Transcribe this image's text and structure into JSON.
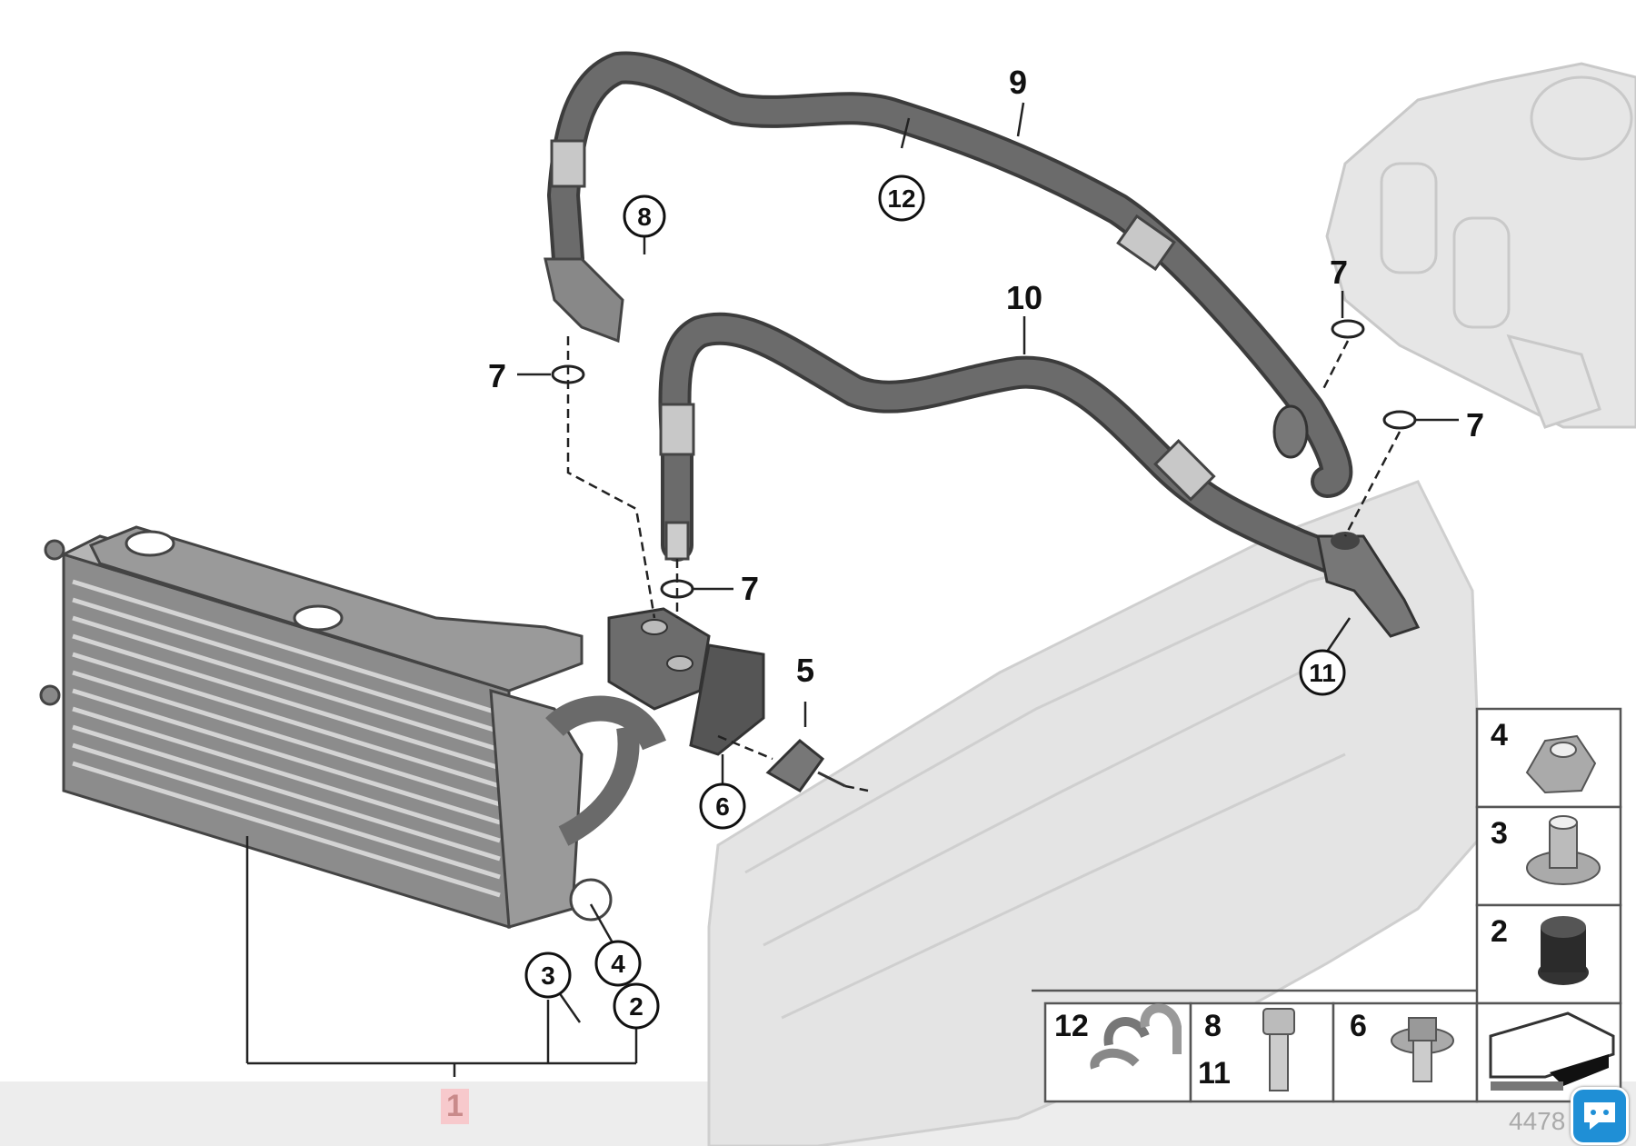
{
  "callouts": {
    "c1": "1",
    "c2": "2",
    "c3": "3",
    "c4": "4",
    "c5": "5",
    "c6": "6",
    "c7a": "7",
    "c7b": "7",
    "c7c": "7",
    "c7d": "7",
    "c8": "8",
    "c9": "9",
    "c10": "10",
    "c11": "11",
    "c12": "12"
  },
  "legend": {
    "nut": "4",
    "sleeve": "3",
    "grommet": "2",
    "clamp": "12",
    "bolt_a": "8",
    "bolt_b": "11",
    "screw": "6"
  },
  "footer": {
    "highlighted_part": "1",
    "diagram_id": "4478"
  },
  "colors": {
    "hose": "#5b5b5b",
    "highlight": "#f7c9cc",
    "ghost_part": "#dedede"
  }
}
